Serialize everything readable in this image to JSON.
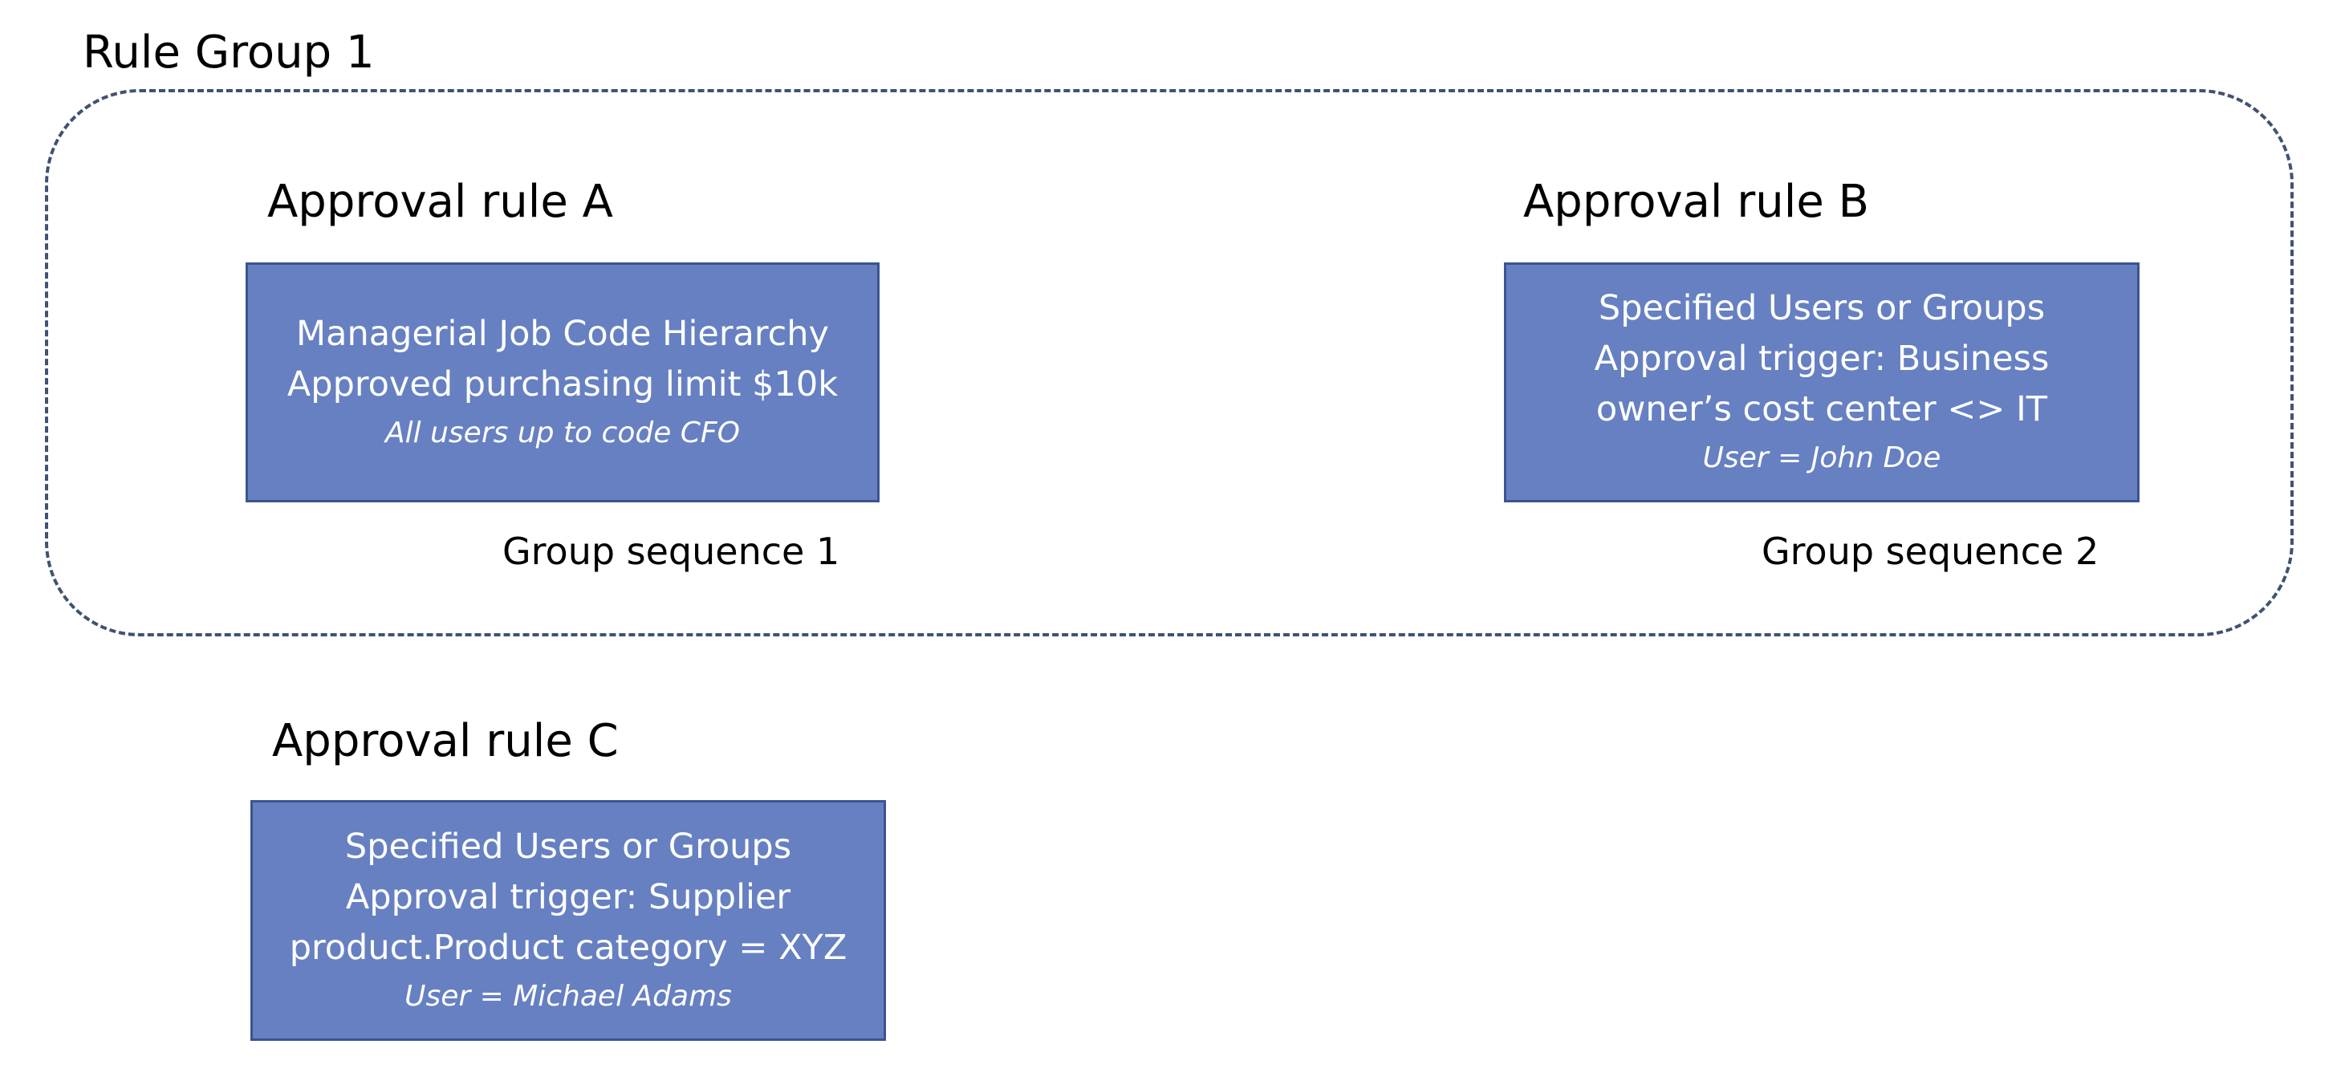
{
  "rule_group": {
    "title": "Rule Group 1"
  },
  "rules": {
    "a": {
      "title": "Approval rule A",
      "lines": [
        "Managerial Job Code Hierarchy",
        "Approved purchasing limit $10k"
      ],
      "note": "All users up to code CFO",
      "sequence": "Group sequence 1"
    },
    "b": {
      "title": "Approval rule B",
      "lines": [
        "Specified Users or Groups",
        "Approval trigger: Business",
        "owner’s cost center <> IT"
      ],
      "note": "User = John Doe",
      "sequence": "Group sequence 2"
    },
    "c": {
      "title": "Approval rule C",
      "lines": [
        "Specified Users or Groups",
        "Approval trigger: Supplier",
        "product.Product category = XYZ"
      ],
      "note": "User = Michael Adams"
    }
  },
  "colors": {
    "box_fill": "#6680c2",
    "box_border": "#3b5490",
    "group_border": "#3f5271",
    "box_text": "#ffffff"
  }
}
